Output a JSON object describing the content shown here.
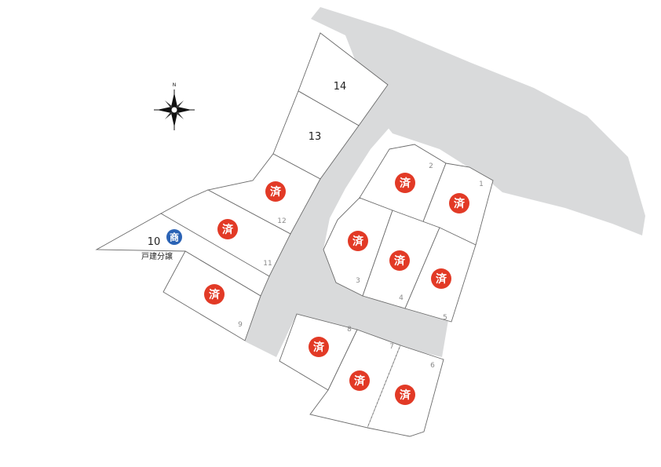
{
  "colors": {
    "road": "#d9dadb",
    "lot_border": "#6b6b6b",
    "available_lot": "#dde8dc",
    "commercial_lot": "#ecd4dc",
    "sold_badge": "#e23a26",
    "commercial_badge": "#2b63b5"
  },
  "compass": {
    "label": "N",
    "icon": "compass-rose-icon"
  },
  "lots": [
    {
      "id": "1",
      "number": "1",
      "status": "sold",
      "badge": "済"
    },
    {
      "id": "2",
      "number": "2",
      "status": "sold",
      "badge": "済"
    },
    {
      "id": "3",
      "number": "3",
      "status": "sold",
      "badge": "済"
    },
    {
      "id": "4",
      "number": "4",
      "status": "sold",
      "badge": "済"
    },
    {
      "id": "5",
      "number": "5",
      "status": "sold",
      "badge": "済"
    },
    {
      "id": "6",
      "number": "6",
      "status": "sold",
      "badge": "済"
    },
    {
      "id": "7",
      "number": "7",
      "status": "sold",
      "badge": "済"
    },
    {
      "id": "8",
      "number": "8",
      "status": "sold",
      "badge": "済"
    },
    {
      "id": "9",
      "number": "9",
      "status": "sold",
      "badge": "済"
    },
    {
      "id": "10",
      "number": "10",
      "status": "commercial",
      "badge": "商",
      "note": "戸建分譲"
    },
    {
      "id": "11",
      "number": "11",
      "status": "sold",
      "badge": "済"
    },
    {
      "id": "12",
      "number": "12",
      "status": "sold",
      "badge": "済"
    },
    {
      "id": "13",
      "number": "13",
      "status": "available"
    },
    {
      "id": "14",
      "number": "14",
      "status": "available"
    }
  ]
}
